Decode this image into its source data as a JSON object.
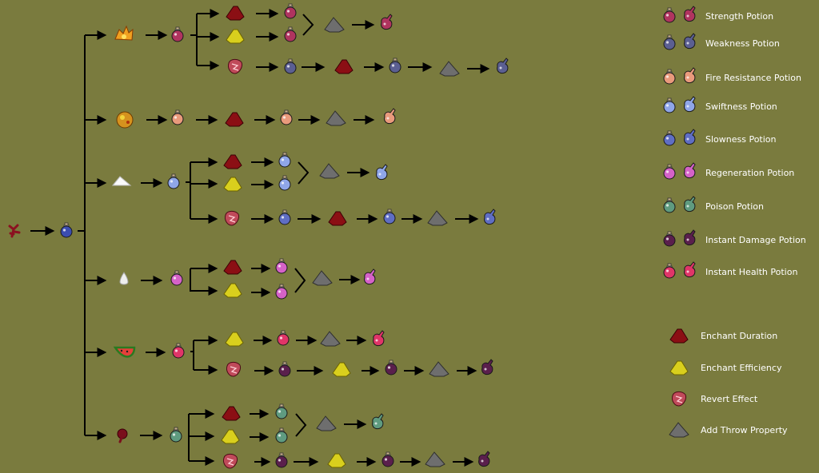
{
  "legend": {
    "potions": [
      {
        "label": "Strength Potion",
        "color": "#b0345f",
        "icon": "strength-potion-icon"
      },
      {
        "label": "Weakness Potion",
        "color": "#5b5f92",
        "icon": "weakness-potion-icon"
      },
      {
        "label": "Fire Resistance Potion",
        "color": "#e99a7c",
        "icon": "fire-resistance-potion-icon"
      },
      {
        "label": "Swiftness Potion",
        "color": "#8fa6e8",
        "icon": "swiftness-potion-icon"
      },
      {
        "label": "Slowness Potion",
        "color": "#5f6ec4",
        "icon": "slowness-potion-icon"
      },
      {
        "label": "Regeneration Potion",
        "color": "#d562c8",
        "icon": "regeneration-potion-icon"
      },
      {
        "label": "Poison Potion",
        "color": "#5f9b80",
        "icon": "poison-potion-icon"
      },
      {
        "label": "Instant Damage Potion",
        "color": "#5a1f4c",
        "icon": "instant-damage-potion-icon"
      },
      {
        "label": "Instant Health Potion",
        "color": "#e03568",
        "icon": "instant-health-potion-icon"
      }
    ],
    "modifiers": [
      {
        "label": "Enchant Duration",
        "icon": "redstone-icon"
      },
      {
        "label": "Enchant Efficiency",
        "icon": "glowstone-icon"
      },
      {
        "label": "Revert Effect",
        "icon": "fermented-spider-eye-icon"
      },
      {
        "label": "Add Throw Property",
        "icon": "gunpowder-icon"
      }
    ]
  },
  "colors": {
    "background": "#7a7b3e",
    "awkward": "#3b4db0",
    "strength": "#b0345f",
    "weakness": "#5b5f92",
    "fire_resistance": "#e99a7c",
    "swiftness": "#8fa6e8",
    "slowness": "#5f6ec4",
    "regeneration": "#d562c8",
    "poison": "#5f9b80",
    "instant_damage": "#5a1f4c",
    "instant_health": "#e03568",
    "redstone": "#8b0f14",
    "glowstone": "#d9cf1d",
    "gunpowder": "#6e6e6e",
    "spider_eye": "#c04a5a"
  }
}
